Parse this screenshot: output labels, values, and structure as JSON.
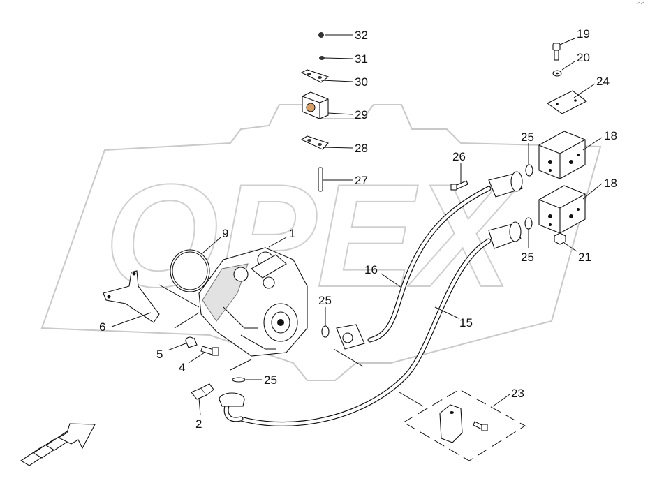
{
  "diagram": {
    "watermark": "OPEX",
    "callouts": [
      "1",
      "2",
      "4",
      "5",
      "6",
      "9",
      "15",
      "16",
      "18",
      "18",
      "19",
      "20",
      "21",
      "23",
      "24",
      "25",
      "25",
      "25",
      "25",
      "26",
      "27",
      "28",
      "29",
      "30",
      "31",
      "32"
    ]
  }
}
